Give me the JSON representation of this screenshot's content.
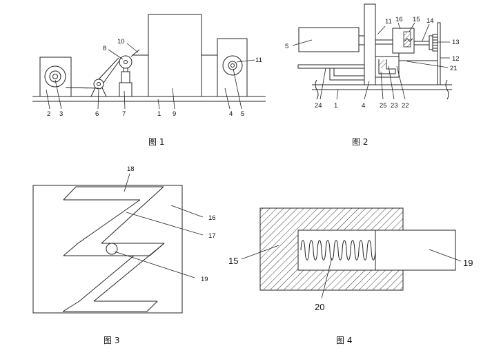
{
  "figures": [
    {
      "caption": "图 1",
      "labels": [
        "10",
        "8",
        "11",
        "2",
        "3",
        "6",
        "7",
        "1",
        "9",
        "4",
        "5"
      ]
    },
    {
      "caption": "图 2",
      "labels": [
        "11",
        "16",
        "15",
        "14",
        "13",
        "5",
        "12",
        "21",
        "24",
        "1",
        "4",
        "25",
        "23",
        "22"
      ]
    },
    {
      "caption": "图 3",
      "labels": [
        "18",
        "16",
        "17",
        "19"
      ]
    },
    {
      "caption": "图 4",
      "labels": [
        "15",
        "19",
        "20"
      ]
    }
  ]
}
